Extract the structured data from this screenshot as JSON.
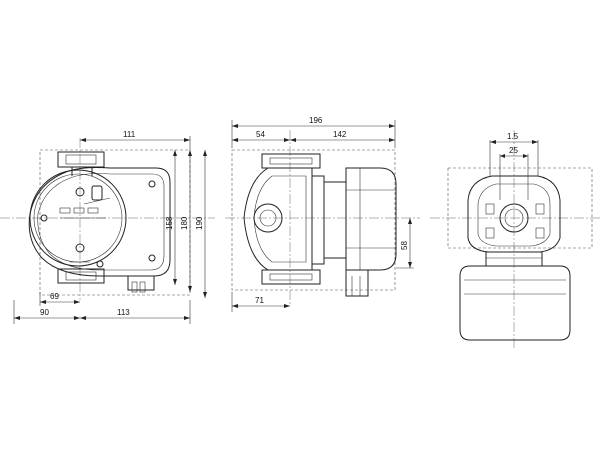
{
  "dimensions": {
    "front_width_top": "111",
    "front_left_overall": "90",
    "front_left_inner": "69",
    "front_right": "113",
    "front_height_1": "158",
    "front_height_2": "180",
    "front_height_3": "190",
    "side_overall": "196",
    "side_left": "54",
    "side_right": "142",
    "side_bottom": "71",
    "side_height": "58",
    "end_port_1": "1.5",
    "end_port_2": "25"
  }
}
